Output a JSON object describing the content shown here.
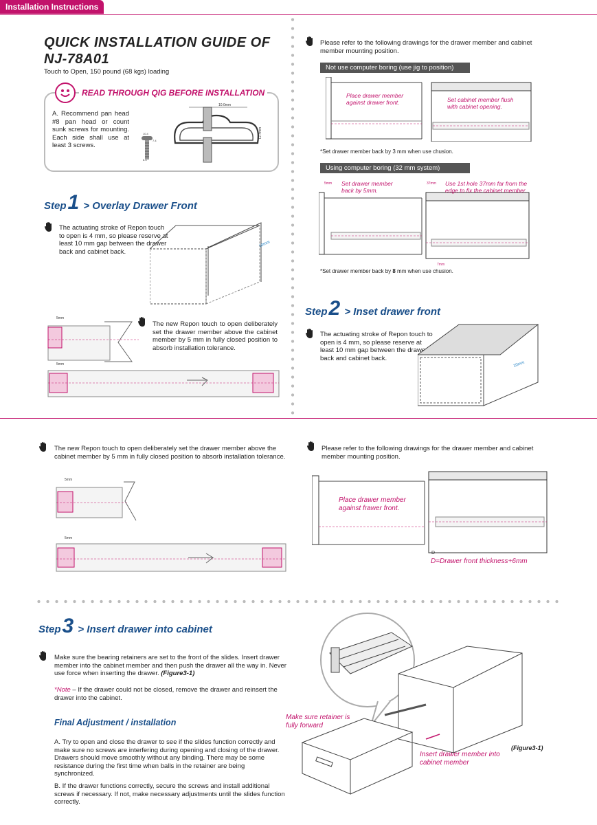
{
  "header": {
    "tab_label": "Installation Instructions"
  },
  "title": {
    "line1": "QUICK INSTALLATION GUIDE OF",
    "line2": "NJ-78A01",
    "subtitle": "Touch to Open, 150 pound (68 kgs) loading"
  },
  "qig": {
    "heading": "READ THROUGH QIG BEFORE INSTALLATION",
    "text": "A. Recommend pan head #8 pan head or count sunk screws for mounting. Each side shall use at least 3 screws.",
    "dim_top": "10.0mm",
    "dim_side": "T2.4mm",
    "dim_small1": "10.4",
    "dim_small2": "7.4",
    "dim_small3": "6.5"
  },
  "step1": {
    "word": "Step",
    "num": "1",
    "label": "> Overlay Drawer Front",
    "text1": "The actuating stroke of Repon touch to open is 4 mm, so please reserve at least 10 mm gap between the drawer back and cabinet back.",
    "dim": "10mm",
    "text2": "The new Repon touch to open deliberately set the drawer member above the cabinet member by 5 mm in fully closed position to absorb installation tolerance.",
    "dim5a": "5mm",
    "dim5b": "5mm"
  },
  "right_top": {
    "intro": "Please refer to the following drawings for the drawer member and cabinet member mounting position.",
    "bar1": "Not use computer boring (use jig to position)",
    "pink1": "Place drawer member against drawer front.",
    "pink2": "Set cabinet member flush with cabinet opening.",
    "note1": "*Set drawer member back by 3 mm when use chusion.",
    "bar2": "Using computer boring (32 mm system)",
    "dim5": "5mm",
    "pink3": "Set drawer member back by 5mm.",
    "dim37": "37mm",
    "pink4": "Use 1st hole 37mm far from the edge to fix the cabinet member.",
    "dim7": "7mm",
    "note2_pre": "*Set drawer member back by ",
    "note2_bold": "8",
    "note2_post": " mm when use chusion."
  },
  "step2": {
    "word": "Step",
    "num": "2",
    "label": "> Inset drawer front",
    "text": "The actuating stroke of Repon touch to open is 4 mm, so please reserve at least 10 mm gap between the drawer back and cabinet back.",
    "dim": "10mm"
  },
  "mid": {
    "left_text": "The new Repon touch to open deliberately set the drawer member above the cabinet member by 5 mm in fully closed position to absorb installation tolerance.",
    "dim5a": "5mm",
    "dim5b": "5mm",
    "right_text": "Please refer to the following drawings for the drawer member and cabinet member mounting position.",
    "pink": "Place drawer member against frawer front.",
    "dimD": "D",
    "formula": "D=Drawer front thickness+6mm"
  },
  "step3": {
    "word": "Step",
    "num": "3",
    "label": "> Insert drawer into cabinet",
    "text_pre": "Make sure the bearing retainers are set to the front of the slides. Insert drawer member into the cabinet member and then push the drawer all the way in. Never use force when inserting the drawer. ",
    "text_fig": "(Figure3-1)",
    "note_label": "*Note",
    "note_text": " – If the drawer could not be closed, remove the drawer and reinsert the drawer into the cabinet.",
    "final_heading": "Final Adjustment / installation",
    "final_a": "A. Try to open and close the drawer to see if the slides function correctly and make sure no screws are interfering during opening and closing of the drawer. Drawers should move smoothly without any binding. There may be some resistance during the first time when balls in the retainer are being synchronized.",
    "final_b": "B. If the drawer functions correctly, secure the screws and install additional screws if necessary. If not, make necessary adjustments until the slides function correctly.",
    "callout1": "Make sure retainer is fully forward",
    "callout2": "Insert drawer member into cabinet member",
    "figure": "(Figure3-1)"
  },
  "colors": {
    "accent": "#c2126b",
    "step_blue": "#1a4f8a",
    "bar_grey": "#555555"
  },
  "icons": [
    "hand-pointer-icon",
    "smiley-icon"
  ]
}
